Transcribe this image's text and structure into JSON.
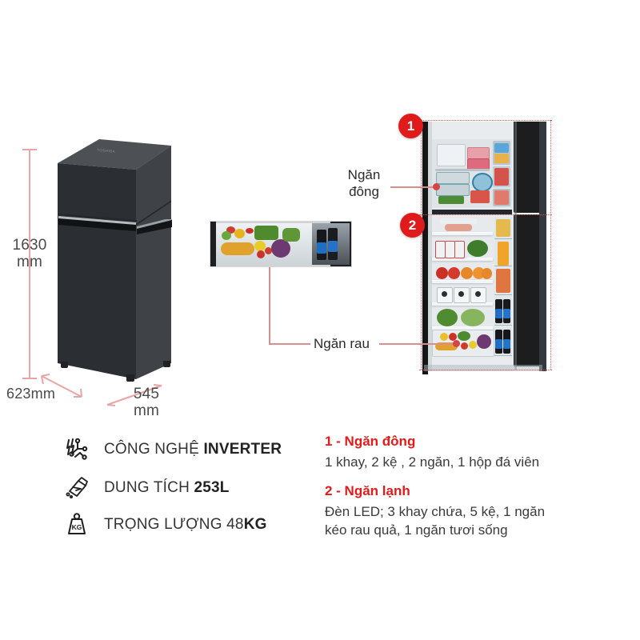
{
  "dimensions": {
    "height_label": "1630",
    "height_unit": "mm",
    "depth_label": "623mm",
    "width_label": "545",
    "width_unit": "mm"
  },
  "callouts": {
    "freezer": "Ngăn\nđông",
    "freezer_line1": "Ngăn",
    "freezer_line2": "đông",
    "crisper": "Ngăn rau"
  },
  "badges": [
    {
      "number": "1"
    },
    {
      "number": "2"
    }
  ],
  "features": [
    {
      "icon": "inverter-icon",
      "prefix": "CÔNG NGHỆ ",
      "bold": "INVERTER",
      "suffix": ""
    },
    {
      "icon": "capacity-icon",
      "prefix": "DUNG TÍCH ",
      "bold": "253L",
      "suffix": ""
    },
    {
      "icon": "weight-icon",
      "prefix": "TRỌNG LƯỢNG 48",
      "bold": "KG",
      "suffix": ""
    }
  ],
  "specs": [
    {
      "heading": "1 - Ngăn đông",
      "lines": [
        "1 khay, 2 kệ , 2 ngăn, 1 hộp đá viên"
      ]
    },
    {
      "heading": "2 - Ngăn lạnh",
      "lines": [
        "Đèn LED; 3 khay chứa, 5 kệ, 1 ngăn",
        "kéo rau quả, 1 ngăn tươi sống"
      ]
    }
  ],
  "brand": "TOSHIBA",
  "colors": {
    "accent_red": "#e01b1b",
    "guide_pink": "#e8a5a5",
    "leader_pink": "#d98e8e",
    "body_text": "#333333",
    "fridge_body": "#3c4045"
  }
}
